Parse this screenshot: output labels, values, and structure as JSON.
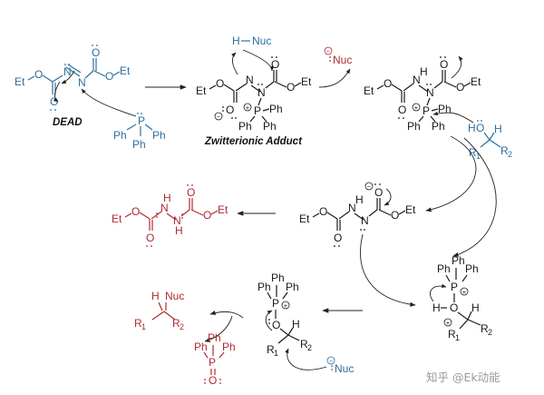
{
  "captions": {
    "dead": "DEAD",
    "zwitterion": "Zwitterionic Adduct"
  },
  "labels": {
    "et": "Et",
    "o": "O",
    "n": "N",
    "p": "P",
    "ph": "Ph",
    "h": "H",
    "r": "R",
    "sub1": "1",
    "sub2": "2",
    "h_nuc": "H",
    "nuc": "Nuc",
    "nuc_anion": "Nuc",
    "dash": "−"
  },
  "watermark": "知乎 @Ek动能",
  "colors": {
    "reagent_blue": "#2e6f9e",
    "product_red": "#b02a30",
    "ink": "#1a1a1a"
  }
}
